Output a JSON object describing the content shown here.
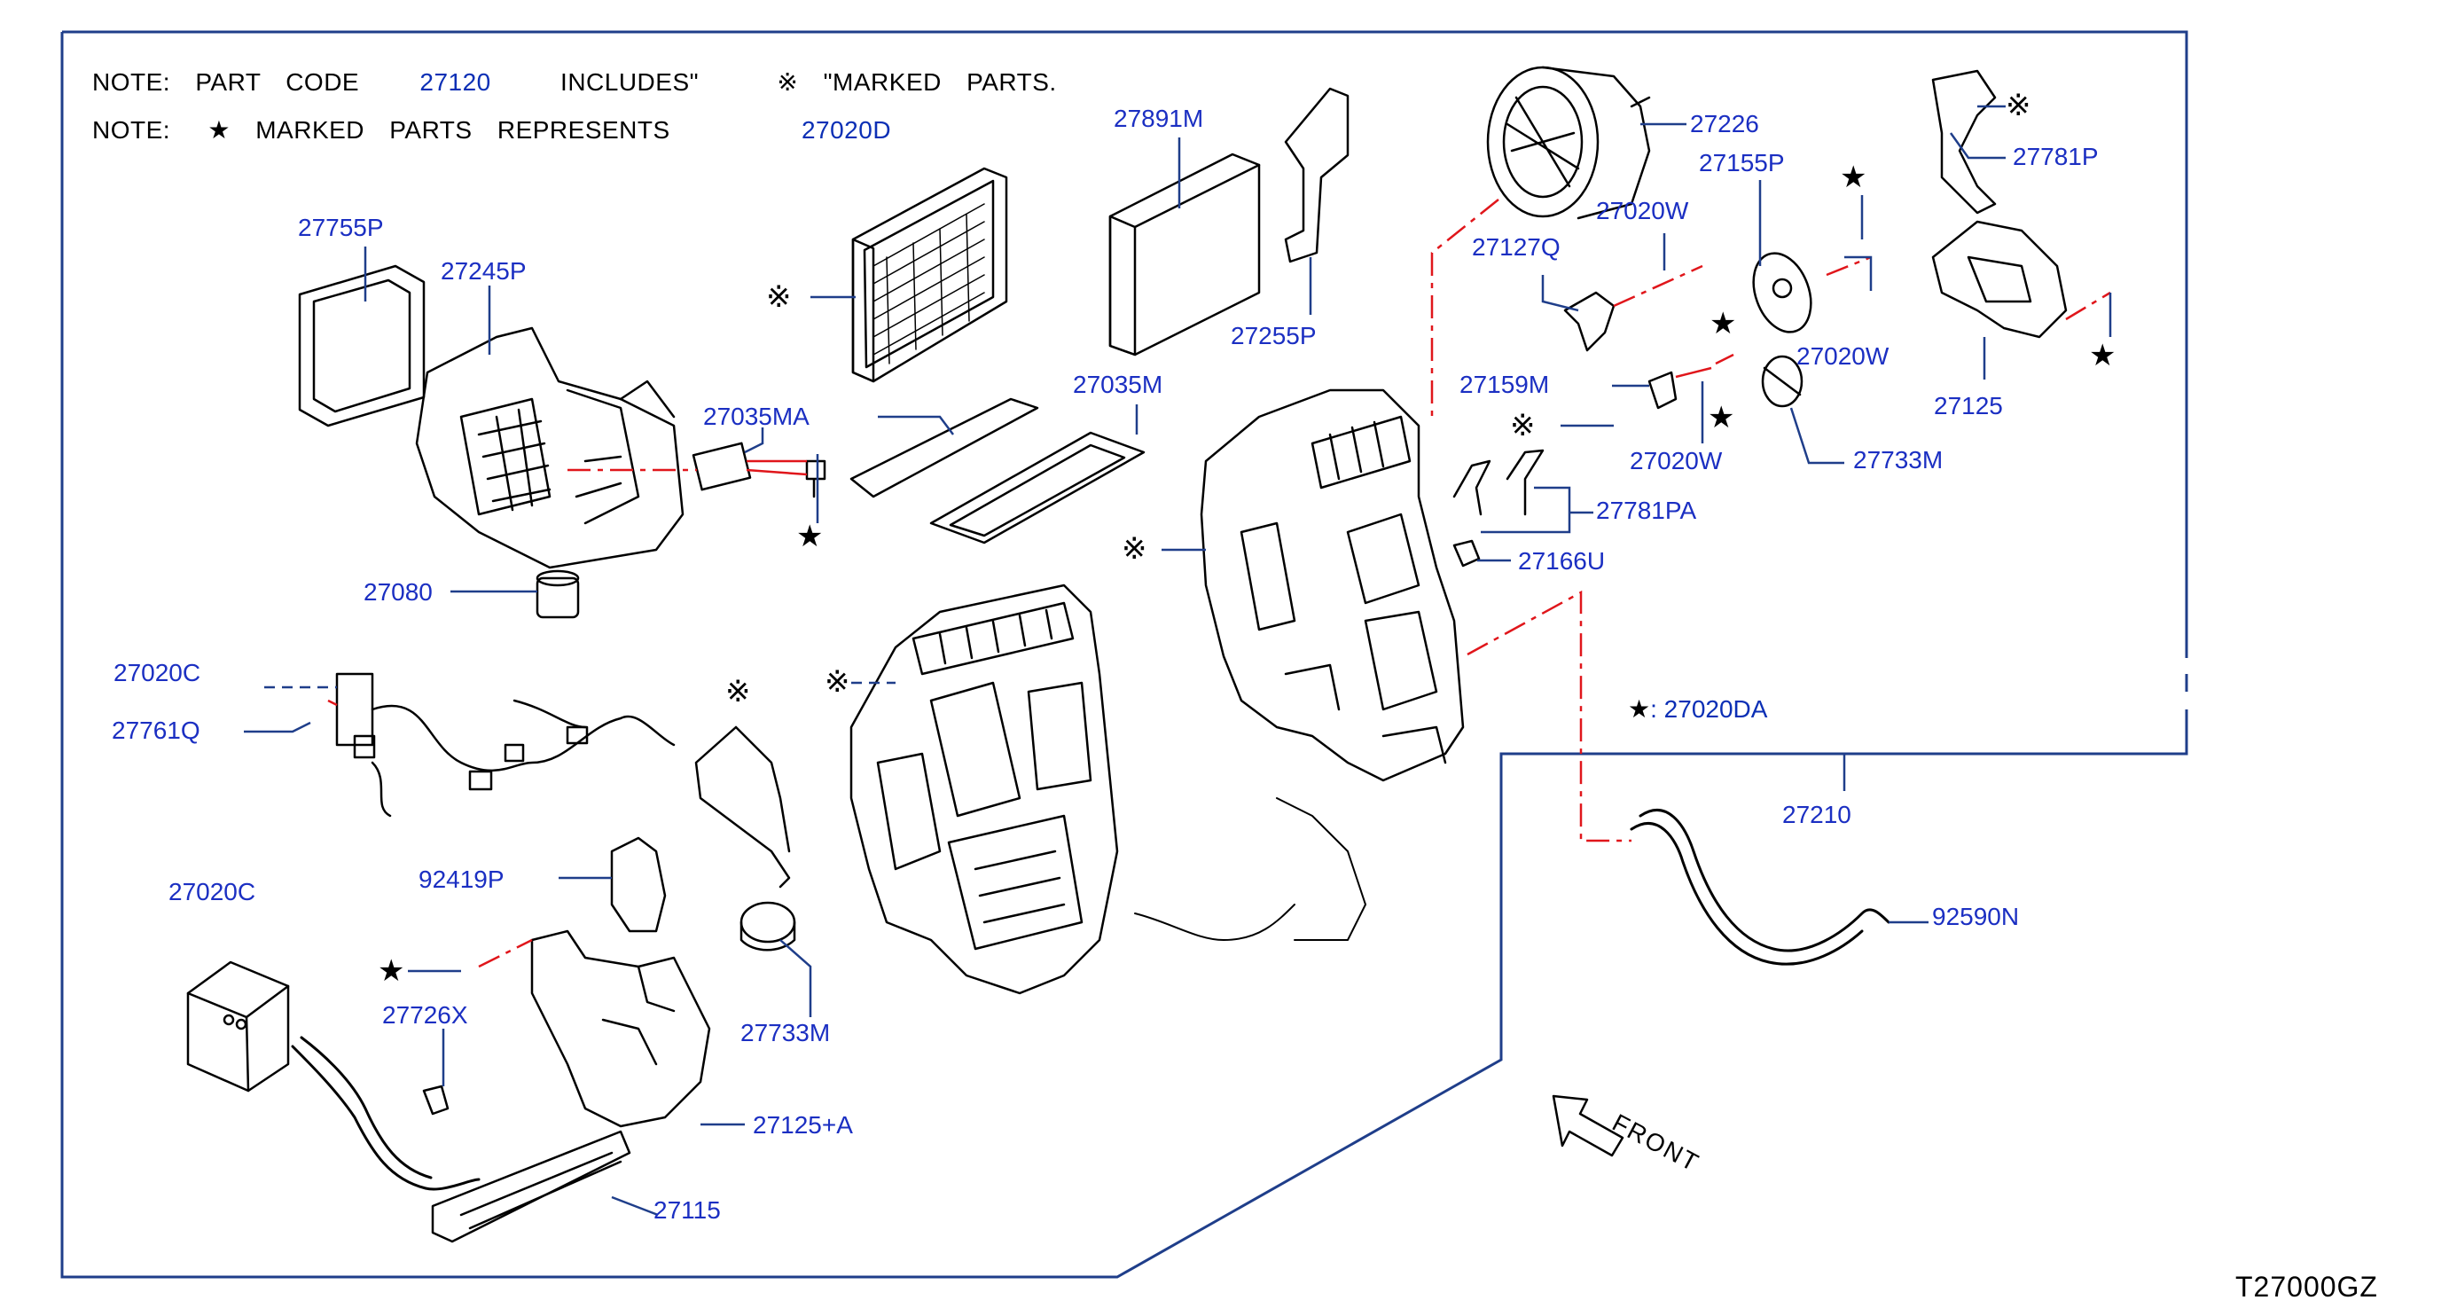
{
  "notes": {
    "line1": {
      "prefix": "NOTE:  PART  CODE",
      "code": "27120",
      "suffix": "INCLUDES\"",
      "mark": "※",
      "tail": "\"MARKED  PARTS."
    },
    "line2": {
      "prefix": "NOTE:",
      "mark": "★",
      "mid": "MARKED  PARTS  REPRESENTS",
      "code": "27020D"
    }
  },
  "legend": {
    "mark": "★",
    "text": ": 27020DA"
  },
  "figure_code": "T27000GZ",
  "direction_label": "FRONT",
  "symbols": {
    "rice": "※",
    "star": "★"
  },
  "parts": [
    {
      "code": "27755P"
    },
    {
      "code": "27245P"
    },
    {
      "code": "27035MA"
    },
    {
      "code": "27891M"
    },
    {
      "code": "27255P"
    },
    {
      "code": "27035M"
    },
    {
      "code": "27226"
    },
    {
      "code": "27155P"
    },
    {
      "code": "27781P"
    },
    {
      "code": "27020W"
    },
    {
      "code": "27127Q"
    },
    {
      "code": "27020W"
    },
    {
      "code": "27159M"
    },
    {
      "code": "27125"
    },
    {
      "code": "27020W"
    },
    {
      "code": "27733M"
    },
    {
      "code": "27781PA"
    },
    {
      "code": "27166U"
    },
    {
      "code": "27080"
    },
    {
      "code": "27020C"
    },
    {
      "code": "27761Q"
    },
    {
      "code": "92419P"
    },
    {
      "code": "27726X"
    },
    {
      "code": "27733M"
    },
    {
      "code": "27125+A"
    },
    {
      "code": "27115"
    },
    {
      "code": "27210"
    },
    {
      "code": "92590N"
    },
    {
      "code": "27020C"
    }
  ]
}
